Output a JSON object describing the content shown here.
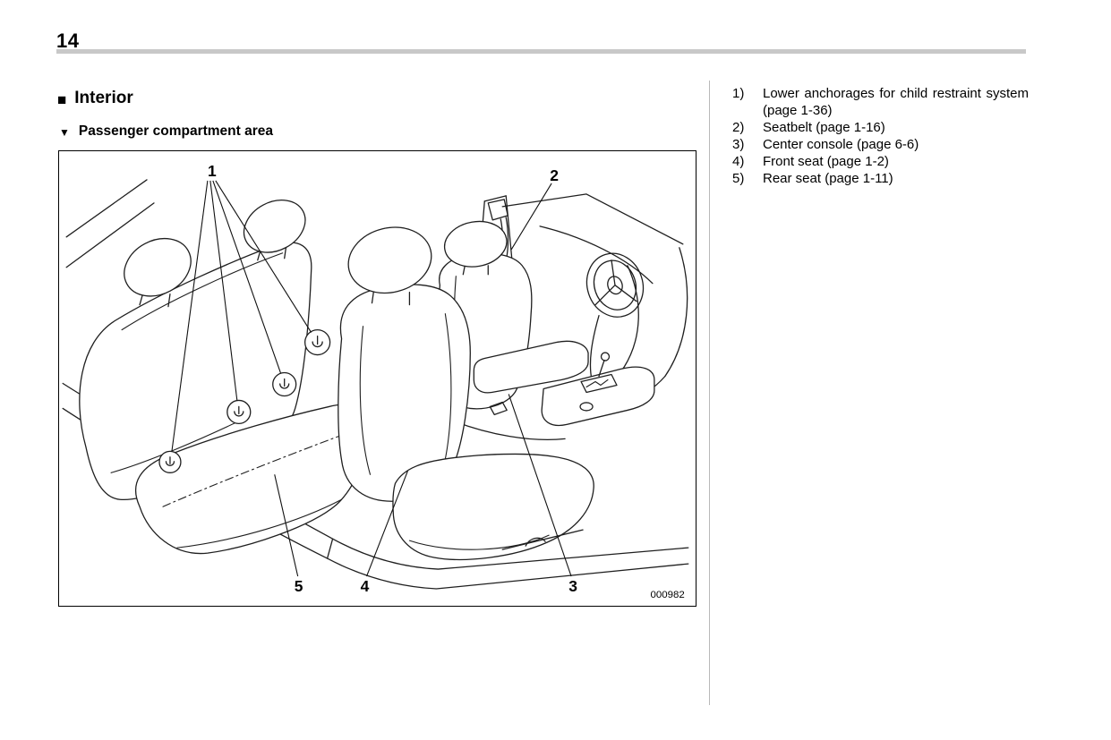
{
  "page": {
    "number": "14"
  },
  "content": {
    "section_marker": "■",
    "section_title": "Interior",
    "subsection_marker": "▼",
    "subsection_title": "Passenger compartment area"
  },
  "figure": {
    "code": "000982",
    "callouts": {
      "c1": "1",
      "c2": "2",
      "c3": "3",
      "c4": "4",
      "c5": "5"
    }
  },
  "legend": {
    "items": [
      {
        "num": "1)",
        "text": "Lower anchorages for child restraint system (page 1-36)"
      },
      {
        "num": "2)",
        "text": "Seatbelt (page 1-16)"
      },
      {
        "num": "3)",
        "text": "Center console (page 6-6)"
      },
      {
        "num": "4)",
        "text": "Front seat (page 1-2)"
      },
      {
        "num": "5)",
        "text": "Rear seat (page 1-11)"
      }
    ]
  }
}
